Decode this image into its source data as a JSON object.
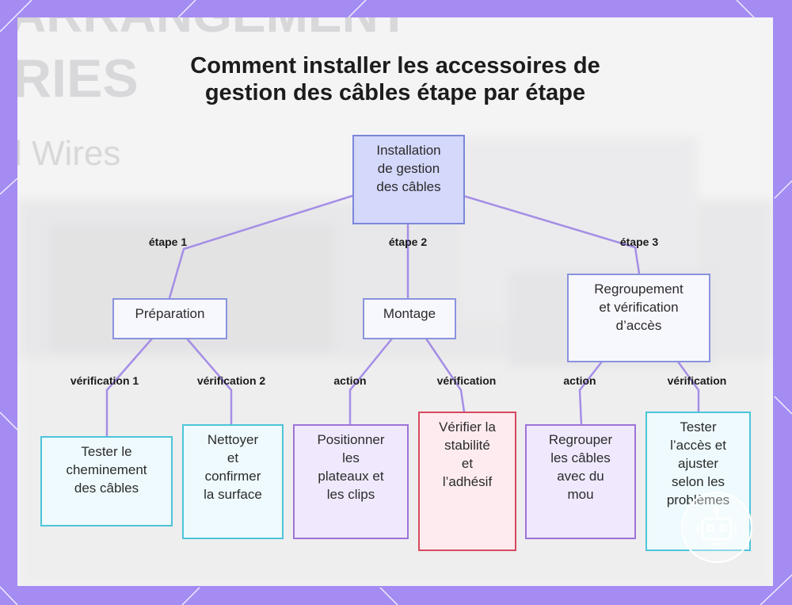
{
  "title": {
    "line1": "Comment installer les accessoires de",
    "line2": "gestion des câbles étape par étape"
  },
  "background_text": {
    "line1": "ARRANGEMENT",
    "line2": "RIES",
    "line3": "l Wires"
  },
  "nodes": {
    "root": [
      "Installation",
      "de gestion",
      "des câbles"
    ],
    "preparation": [
      "Préparation"
    ],
    "montage": [
      "Montage"
    ],
    "regroupement": [
      "Regroupement",
      "et vérification",
      "d’accès"
    ],
    "tester_cheminement": [
      "Tester le",
      "cheminement",
      "des câbles"
    ],
    "nettoyer": [
      "Nettoyer",
      "et",
      "confirmer",
      "la surface"
    ],
    "positionner": [
      "Positionner",
      "les",
      "plateaux et",
      "les clips"
    ],
    "verifier": [
      "Vérifier la",
      "stabilité",
      "et",
      "l’adhésif"
    ],
    "regrouper": [
      "Regrouper",
      "les câbles",
      "avec du",
      "mou"
    ],
    "tester_acces": [
      "Tester",
      "l’accès et",
      "ajuster",
      "selon les",
      "problèmes"
    ]
  },
  "edge_labels": {
    "etape1": "étape 1",
    "etape2": "étape 2",
    "etape3": "étape 3",
    "verification1": "vérification 1",
    "verification2": "vérification 2",
    "action_montage": "action",
    "verification_montage": "vérification",
    "action_regroupement": "action",
    "verification_regroupement": "vérification"
  },
  "colors": {
    "frame": "#a48cf3",
    "edge": "#a58ee6",
    "root_fill": "#d4d8fb",
    "cyan_border": "#4dc4d9",
    "purple_border": "#9e73d8",
    "red_border": "#d64a5f"
  },
  "icons": {
    "watermark": "robot-logo-icon"
  }
}
